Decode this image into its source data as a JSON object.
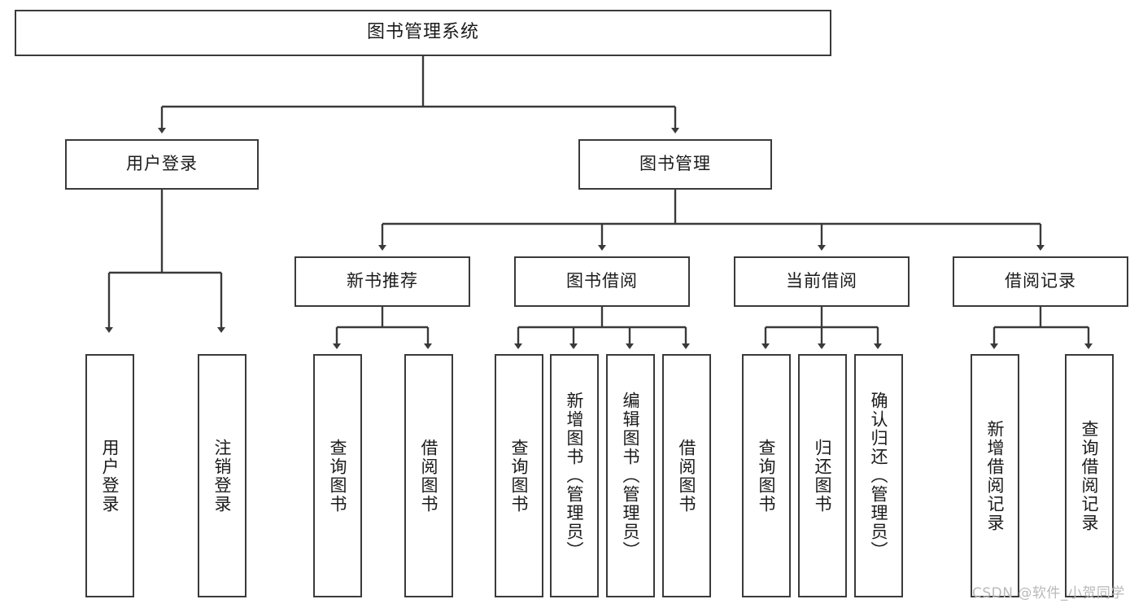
{
  "diagram": {
    "type": "tree-hierarchy-chart",
    "title": "图书管理系统",
    "orientation": "top-down",
    "stroke_color": "#3a3a3a",
    "fill_color": "#ffffff",
    "text_color": "#1b1b1b"
  },
  "root": {
    "label": "图书管理系统"
  },
  "level2": [
    {
      "label": "用户登录"
    },
    {
      "label": "图书管理"
    }
  ],
  "level3": [
    {
      "label": "新书推荐"
    },
    {
      "label": "图书借阅"
    },
    {
      "label": "当前借阅"
    },
    {
      "label": "借阅记录"
    }
  ],
  "leaves": {
    "user_login": [
      {
        "label": "用户登录"
      },
      {
        "label": "注销登录"
      }
    ],
    "new_book_recommend": [
      {
        "label": "查询图书"
      },
      {
        "label": "借阅图书"
      }
    ],
    "book_borrow": [
      {
        "label": "查询图书"
      },
      {
        "label": "新增图书（管理员）"
      },
      {
        "label": "编辑图书（管理员）"
      },
      {
        "label": "借阅图书"
      }
    ],
    "current_borrow": [
      {
        "label": "查询图书"
      },
      {
        "label": "归还图书"
      },
      {
        "label": "确认归还（管理员）"
      }
    ],
    "borrow_record": [
      {
        "label": "新增借阅记录"
      },
      {
        "label": "查询借阅记录"
      }
    ]
  },
  "watermark": {
    "text": "CSDN @软件_小贺同学"
  }
}
